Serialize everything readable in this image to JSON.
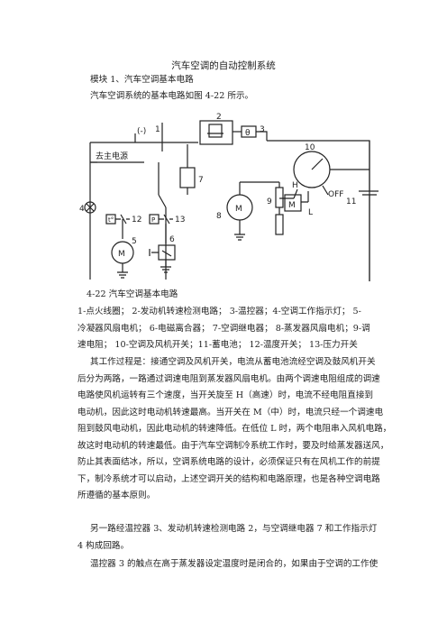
{
  "title": "汽车空调的自动控制系统",
  "module_heading": "模块 1、汽车空调基本电路",
  "intro": "汽车空调系统的基本电路如图 4-22 所示。",
  "figure": {
    "caption": "4-22   汽车空调基本电路",
    "labels": {
      "n1": "1",
      "n2": "2",
      "n3": "3",
      "n4": "4",
      "n5": "5",
      "n6": "6",
      "n7": "7",
      "n8": "8",
      "n9": "9",
      "n10": "10",
      "n11": "11",
      "n12": "12",
      "n13": "13",
      "neg": "(-)",
      "power": "去主电源",
      "t_box": "t°",
      "p_box": "P",
      "m5": "M",
      "m8": "M",
      "m_res": "M",
      "h": "H",
      "l": "L",
      "off": "OFF",
      "theta": "θ"
    }
  },
  "legend_lines": [
    "1-点火线圈； 2-发动机转速检测电路； 3-温控器；4-空调工作指示灯； 5-",
    "冷凝器风扇电机； 6-电磁离合器； 7-空调继电器； 8-蒸发器风扇电机；9-调",
    "速电阻； 10-空调及风机开关；11-蓄电池； 12-温度开关； 13-压力开关"
  ],
  "para1": [
    "其工作过程是：接通空调及风机开关，电流从蓄电池流经空调及鼓风机开关",
    "后分为两路，一路通过调速电阻到蒸发器风扇电机。由两个调速电阻组成的调速",
    "电路使风机运转有三个速度，当开关旋至 H（高速）时，电流不经电阻直接到",
    "电动机，因此这时电动机转速最高。当开关在 M（中）时，电流只经一个调速电",
    "阻到鼓风电动机，因此电动机的转速降低。在低位 L 时，两个电阻串入风机电路，",
    "故这时电动机的转速最低。由于汽车空调制冷系统工作时，要及时给蒸发器送风，",
    "防止其表面结冰，所以，空调系统电路的设计，必须保证只有在风机工作的前提",
    "下，制冷系统才可以启动，上述空调开关的结构和电路原理，也是各种空调电路",
    "所遵循的基本原则。"
  ],
  "para2": [
    "另一路经温控器 3、发动机转速检测电路 2，与空调继电器 7 和工作指示灯",
    "4 构成回路。"
  ],
  "para3": [
    "温控器 3 的触点在高于蒸发器设定温度时是闭合的，如果由于空调的工作使"
  ]
}
